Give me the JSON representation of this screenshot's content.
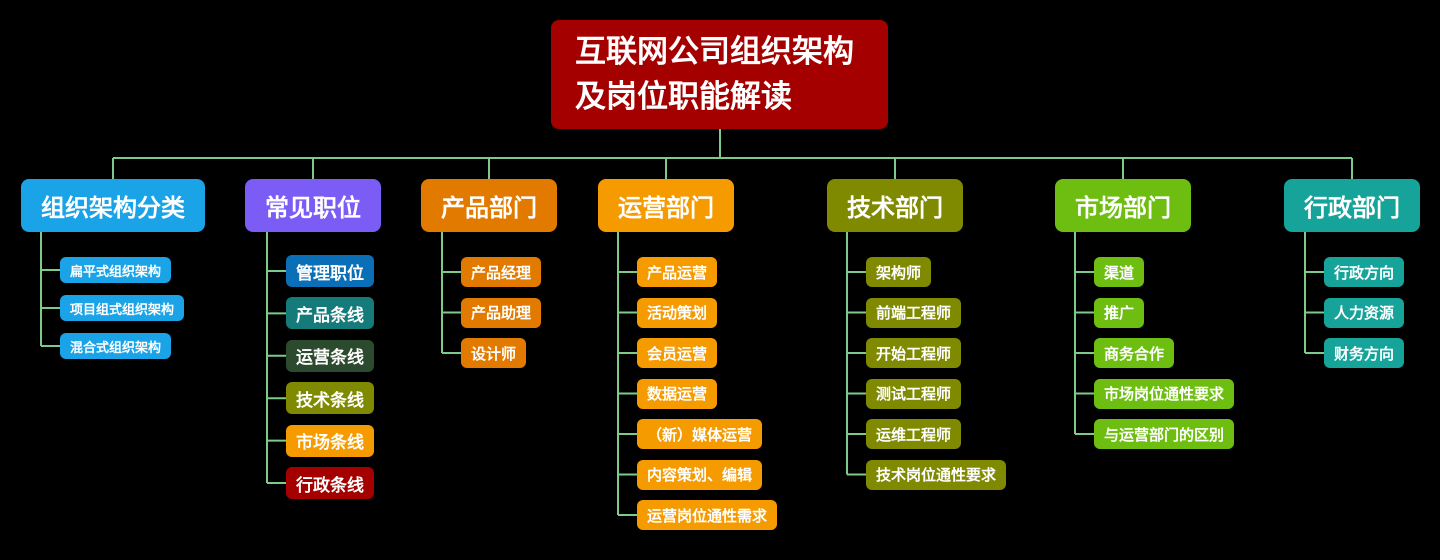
{
  "title_line1": "互联网公司组织架构",
  "title_line2": "及岗位职能解读",
  "categories": [
    {
      "label": "组织架构分类",
      "color": "#1AA3E6",
      "leaf_color": "#1AA3E6",
      "items": [
        "扁平式组织架构",
        "项目组式组织架构",
        "混合式组织架构"
      ]
    },
    {
      "label": "常见职位",
      "color": "#7B5CF5",
      "items": [
        "管理职位",
        "产品条线",
        "运营条线",
        "技术条线",
        "市场条线",
        "行政条线"
      ],
      "item_colors": [
        "#0B6FB8",
        "#157A7A",
        "#2B4A2E",
        "#7F8A00",
        "#F59B00",
        "#A50000"
      ]
    },
    {
      "label": "产品部门",
      "color": "#E27A00",
      "leaf_color": "#E27A00",
      "items": [
        "产品经理",
        "产品助理",
        "设计师"
      ]
    },
    {
      "label": "运营部门",
      "color": "#F59B00",
      "leaf_color": "#F59B00",
      "items": [
        "产品运营",
        "活动策划",
        "会员运营",
        "数据运营",
        "（新）媒体运营",
        "内容策划、编辑",
        "运营岗位通性需求"
      ]
    },
    {
      "label": "技术部门",
      "color": "#7F8A00",
      "leaf_color": "#7F8A00",
      "items": [
        "架构师",
        "前端工程师",
        "开始工程师",
        "测试工程师",
        "运维工程师",
        "技术岗位通性要求"
      ]
    },
    {
      "label": "市场部门",
      "color": "#6DBE10",
      "leaf_color": "#6DBE10",
      "items": [
        "渠道",
        "推广",
        "商务合作",
        "市场岗位通性要求",
        "与运营部门的区别"
      ]
    },
    {
      "label": "行政部门",
      "color": "#16A39A",
      "leaf_color": "#16A39A",
      "items": [
        "行政方向",
        "人力资源",
        "财务方向"
      ]
    }
  ],
  "line_color": "#7CCB8A"
}
